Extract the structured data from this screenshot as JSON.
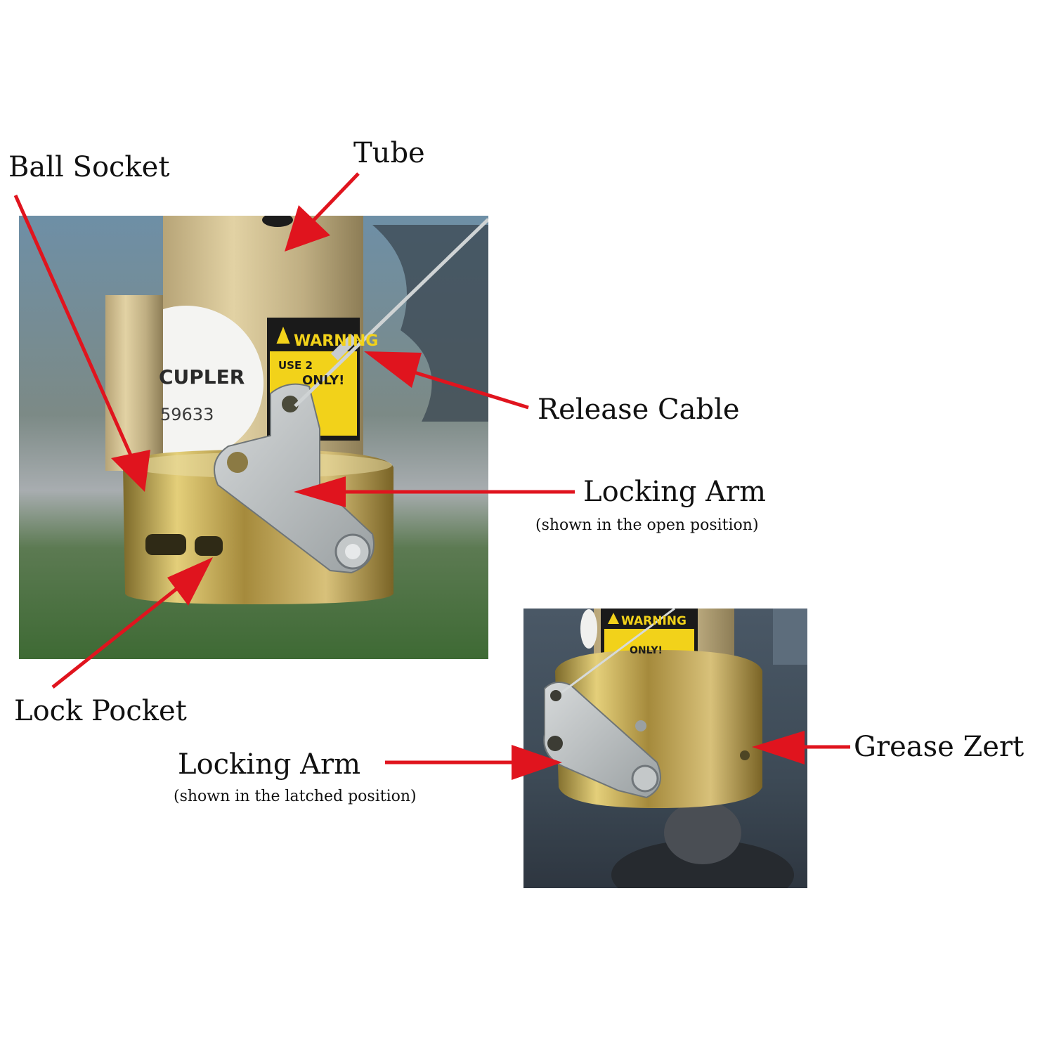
{
  "colors": {
    "arrow": "#e0141e",
    "background": "#ffffff",
    "label_text": "#111111",
    "warning_yellow": "#f2d21a",
    "brass": "#c9a64a"
  },
  "labels": {
    "ball_socket": "Ball Socket",
    "tube": "Tube",
    "release_cable": "Release Cable",
    "locking_arm_open": "Locking Arm",
    "locking_arm_open_note": "(shown in the open position)",
    "lock_pocket": "Lock Pocket",
    "locking_arm_latched": "Locking Arm",
    "locking_arm_latched_note": "(shown in the latched position)",
    "grease_zert": "Grease Zert"
  },
  "photo_main": {
    "warning_title": "WARNING",
    "warning_line": "USE 2",
    "warning_only": "ONLY!",
    "decal_brand": "CUPLER",
    "decal_part": "59633"
  },
  "photo_inset": {
    "warning_title": "WARNING",
    "warning_only": "ONLY!"
  },
  "icons": {
    "arrow": "red-arrow-icon",
    "warning": "warning-triangle-icon"
  }
}
